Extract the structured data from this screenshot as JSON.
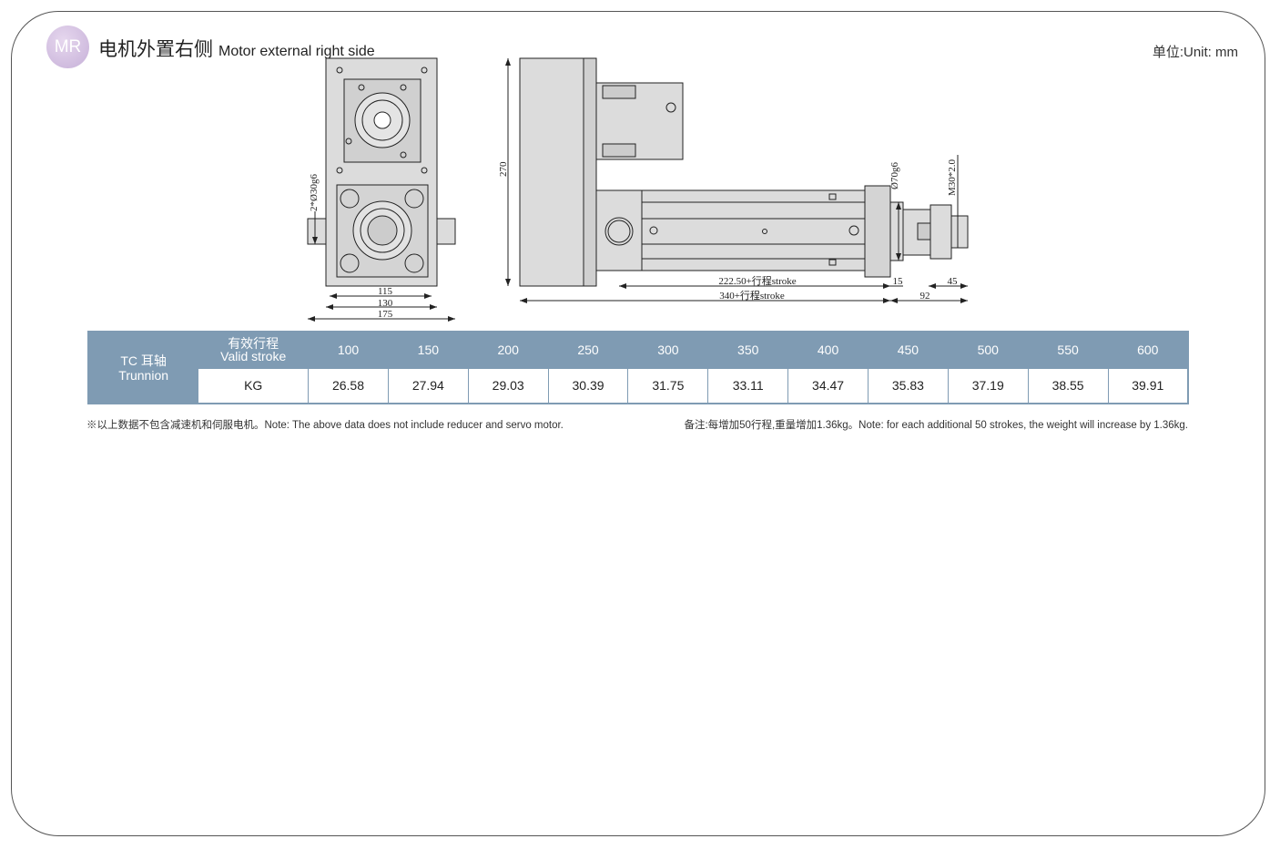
{
  "header": {
    "badge": "MR",
    "title_cn": "电机外置右侧",
    "title_en": "Motor external right side",
    "unit": "单位:Unit: mm"
  },
  "drawing": {
    "front_dims": {
      "d1": "115",
      "d2": "130",
      "d3": "175",
      "trunnion": "2*Ø30g6"
    },
    "side_dims": {
      "height": "270",
      "stroke1": "222.50+行程stroke",
      "stroke2": "340+行程stroke",
      "d15": "15",
      "d92": "92",
      "d45": "45",
      "dia": "Ø70g6",
      "thread": "M30*2.0"
    }
  },
  "table": {
    "type_cn": "TC 耳轴",
    "type_en": "Trunnion",
    "stroke_cn": "有效行程",
    "stroke_en": "Valid stroke",
    "unit_label": "KG",
    "strokes": [
      "100",
      "150",
      "200",
      "250",
      "300",
      "350",
      "400",
      "450",
      "500",
      "550",
      "600"
    ],
    "weights": [
      "26.58",
      "27.94",
      "29.03",
      "30.39",
      "31.75",
      "33.11",
      "34.47",
      "35.83",
      "37.19",
      "38.55",
      "39.91"
    ]
  },
  "notes": {
    "left": "※以上数据不包含减速机和伺服电机。Note: The above data does not include reducer and servo motor.",
    "right": "备注:每增加50行程,重量增加1.36kg。Note: for each additional 50 strokes, the weight will increase by 1.36kg."
  }
}
